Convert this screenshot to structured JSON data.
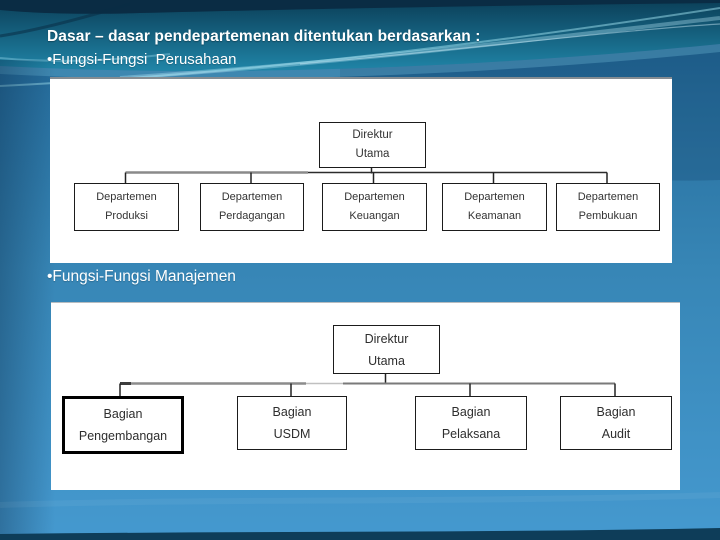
{
  "slide": {
    "title": "Dasar – dasar pendepartemenan ditentukan berdasarkan :",
    "bullet_perusahaan": "•Fungsi-Fungsi  Perusahaan",
    "bullet_manajemen": "•Fungsi-Fungsi Manajemen"
  },
  "org_chart_perusahaan": {
    "root": "Direktur\nUtama",
    "children": [
      "Departemen\nProduksi",
      "Departemen\nPerdagangan",
      "Departemen\nKeuangan",
      "Departemen\nKeamanan",
      "Departemen\nPembukuan"
    ]
  },
  "org_chart_manajemen": {
    "root": "Direktur\nUtama",
    "children": [
      "Bagian\nPengembangan",
      "Bagian\nUSDM",
      "Bagian\nPelaksana",
      "Bagian\nAudit"
    ]
  },
  "colors": {
    "top_band_teal": "#11526e",
    "background_top": "#27709f",
    "background_bottom": "#4599cf",
    "bottom_strip": "#0e3d59",
    "panel": "#ffffff",
    "node_border": "#1b1b1b",
    "node_text": "#333333",
    "slide_text": "#ffffff"
  }
}
